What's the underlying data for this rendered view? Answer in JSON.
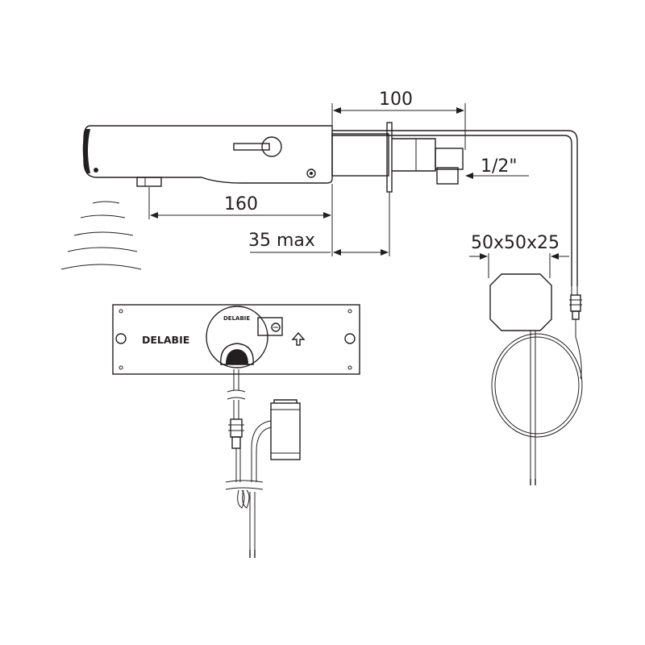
{
  "dimensions": {
    "d100": "100",
    "d160": "160",
    "d35max": "35 max",
    "thread": "1/2\"",
    "box_size": "50x50x25"
  },
  "brand": {
    "plate_label": "DELABIE",
    "knob_label": "DELABIE"
  },
  "colors": {
    "line": "#231f20",
    "background": "#ffffff"
  }
}
